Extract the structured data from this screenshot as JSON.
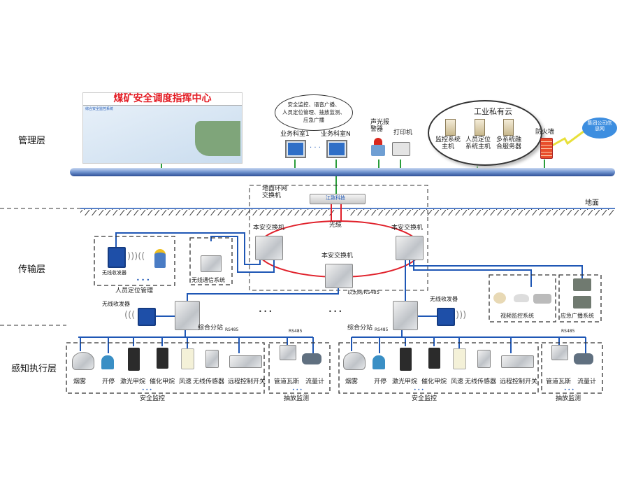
{
  "layers": {
    "management": "管理层",
    "transmission": "传输层",
    "perception": "感知执行层"
  },
  "management": {
    "screen_title": "煤矿安全调度指挥中心",
    "screen_subtitle": "综合安全监控系统",
    "bubble_lines": [
      "安全监控、语音广播、",
      "人员定位管理、抽放监测、",
      "应急广播"
    ],
    "office_1": "业务科室1",
    "office_n": "业务科室N",
    "ellipsis": "· · ·",
    "alarm": "声光报警器",
    "printer": "打印机",
    "cloud_title": "工业私有云",
    "servers": [
      "监控系统主机",
      "人员定位系统主机",
      "多系统融合服务器"
    ],
    "firewall": "防火墙",
    "internet": "集团公司信息网"
  },
  "transmission": {
    "ground": "地面",
    "ground_switch": "地面环网交换机",
    "ground_switch_brand": "江致科技",
    "fiber": "光缆",
    "switch_left": "本安交换机",
    "switch_right": "本安交换机",
    "switch_bottom": "本安交换机",
    "ethernet": "以太网/RS485",
    "transceiver": "无线收发器",
    "personnel_title": "人员定位管理",
    "wireless_comm": "无线通信系统",
    "substation_left_transceiver": "无线收发器",
    "substation_right_transceiver": "无线收发器",
    "substation": "综合分站",
    "rs485": "RS485",
    "dots": "• • •",
    "video": "视频监控系统",
    "broadcast": "应急广播系统"
  },
  "perception": {
    "devices": [
      "烟雾",
      "开停",
      "激光甲烷",
      "催化甲烷",
      "风速",
      "无线传感器",
      "远程控制开关"
    ],
    "safety_group": "安全监控",
    "drainage_devices": [
      "管道瓦斯",
      "流量计"
    ],
    "drainage_group": "抽放监测",
    "rs485": "RS485",
    "dots": "• • •"
  },
  "colors": {
    "bus": "#1f57b5",
    "fiber": "#e0202a",
    "uplink": "#2a9d3a",
    "title_red": "#e31b23"
  }
}
